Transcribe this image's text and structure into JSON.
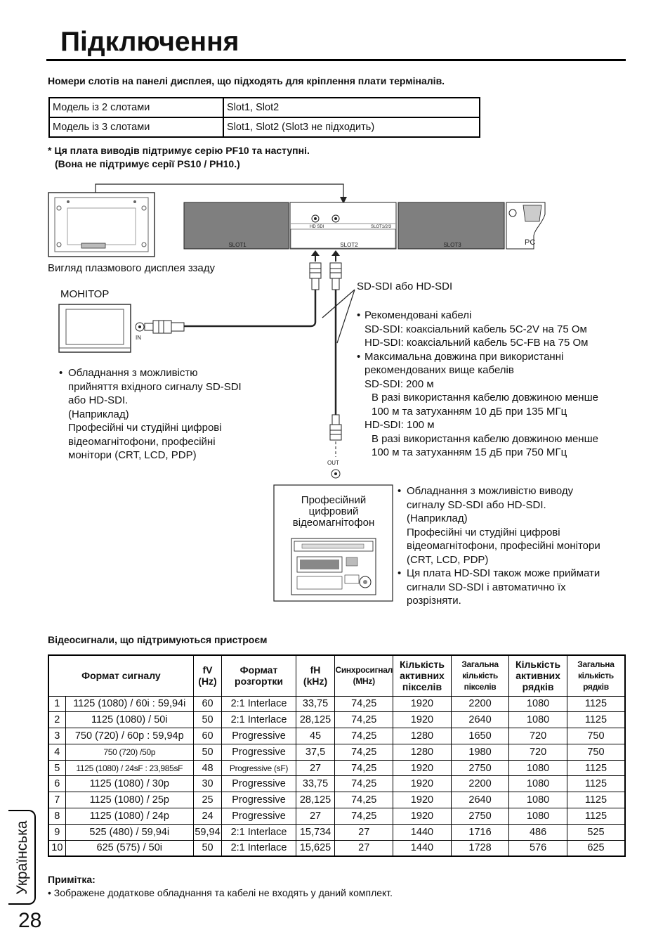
{
  "title": "Підключення",
  "slots_heading": "Номери слотів на панелі дисплея, що підходять для кріплення плати терміналів.",
  "slots_table": [
    [
      "Модель із 2 слотами",
      "Slot1, Slot2"
    ],
    [
      "Модель із 3 слотами",
      "Slot1, Slot2 (Slot3 не підходить)"
    ]
  ],
  "footnote_line1": "* Ця плата виводів підтримує серію PF10 та наступні.",
  "footnote_line2": "(Вона не підтримує серії PS10 / PH10.)",
  "diagram": {
    "slot1": "SLOT1",
    "slot2": "SLOT2",
    "slot3": "SLOT3",
    "pc": "PC",
    "board_labels": "HD SDI",
    "board_slot": "SLOT1/2/3",
    "rear_view_caption": "Вигляд плазмового дисплея ззаду",
    "monitor_label": "МОНІТОР",
    "in_label": "IN",
    "out_label": "OUT",
    "sdi_label": "SD-SDI або HD-SDI",
    "vtr_label_1": "Професійний",
    "vtr_label_2": "цифровий",
    "vtr_label_3": "відеомагнітофон"
  },
  "cables_notes": [
    "Рекомендовані кабелі",
    "SD-SDI: коаксіальний кабель 5C-2V на 75 Ом",
    "HD-SDI: коаксіальний кабель 5C-FB на 75 Ом",
    "Максимальна довжина при використанні",
    "рекомендованих вище кабелів",
    "SD-SDI: 200 м",
    "В разі використання кабелю довжиною менше",
    "100 м та затуханням 10 дБ при 135 МГц",
    "HD-SDI: 100 м",
    "В разі використання кабелю довжиною менше",
    "100 м та затуханням 15 дБ при 750 МГц"
  ],
  "input_notes": [
    "Обладнання з можливістю",
    "прийняття вхідного сигналу SD-SDI",
    "або HD-SDI.",
    "(Наприклад)",
    "Професійні чи студійні цифрові",
    "відеомагнітофони, професійні",
    "монітори (CRT, LCD, PDP)"
  ],
  "output_notes": [
    "Обладнання з можливістю виводу",
    "сигналу SD-SDI або HD-SDI.",
    "(Наприклад)",
    "Професійні чи студійні цифрові",
    "відеомагнітофони, професійні монітори",
    "(CRT, LCD, PDP)",
    "Ця плата HD-SDI також може приймати",
    "сигнали SD-SDI і автоматично їх",
    "розрізняти."
  ],
  "signals_heading": "Відеосигнали, що підтримуються пристроєм",
  "signals_table": {
    "headers": {
      "format": "Формат сигналу",
      "fv_1": "fV",
      "fv_2": "(Hz)",
      "scan_1": "Формат",
      "scan_2": "розгортки",
      "fh_1": "fH",
      "fh_2": "(kHz)",
      "sync_1": "Синхросигнал",
      "sync_2": "(MHz)",
      "apx_1": "Кількість",
      "apx_2": "активних",
      "apx_3": "пікселів",
      "tpx_1": "Загальна",
      "tpx_2": "кількість",
      "tpx_3": "пікселів",
      "aln_1": "Кількість",
      "aln_2": "активних",
      "aln_3": "рядків",
      "tln_1": "Загальна",
      "tln_2": "кількість",
      "tln_3": "рядків"
    },
    "rows": [
      [
        "1",
        "1125 (1080) / 60i : 59,94i",
        "60",
        "2:1 Interlace",
        "33,75",
        "74,25",
        "1920",
        "2200",
        "1080",
        "1125"
      ],
      [
        "2",
        "1125 (1080) / 50i",
        "50",
        "2:1 Interlace",
        "28,125",
        "74,25",
        "1920",
        "2640",
        "1080",
        "1125"
      ],
      [
        "3",
        "750 (720) / 60p : 59,94p",
        "60",
        "Progressive",
        "45",
        "74,25",
        "1280",
        "1650",
        "720",
        "750"
      ],
      [
        "4",
        "750 (720) /50p",
        "50",
        "Progressive",
        "37,5",
        "74,25",
        "1280",
        "1980",
        "720",
        "750"
      ],
      [
        "5",
        "1125 (1080) / 24sF : 23,985sF",
        "48",
        "Progressive (sF)",
        "27",
        "74,25",
        "1920",
        "2750",
        "1080",
        "1125"
      ],
      [
        "6",
        "1125 (1080) / 30p",
        "30",
        "Progressive",
        "33,75",
        "74,25",
        "1920",
        "2200",
        "1080",
        "1125"
      ],
      [
        "7",
        "1125 (1080) / 25p",
        "25",
        "Progressive",
        "28,125",
        "74,25",
        "1920",
        "2640",
        "1080",
        "1125"
      ],
      [
        "8",
        "1125 (1080) / 24p",
        "24",
        "Progressive",
        "27",
        "74,25",
        "1920",
        "2750",
        "1080",
        "1125"
      ],
      [
        "9",
        "525 (480) / 59,94i",
        "59,94",
        "2:1 Interlace",
        "15,734",
        "27",
        "1440",
        "1716",
        "486",
        "525"
      ],
      [
        "10",
        "625 (575) / 50i",
        "50",
        "2:1 Interlace",
        "15,625",
        "27",
        "1440",
        "1728",
        "576",
        "625"
      ]
    ]
  },
  "note_heading": "Примітка:",
  "note_text": "Зображене додаткове обладнання та кабелі не входять у даний комплект.",
  "side_tab": "Українська",
  "page_number": "28"
}
